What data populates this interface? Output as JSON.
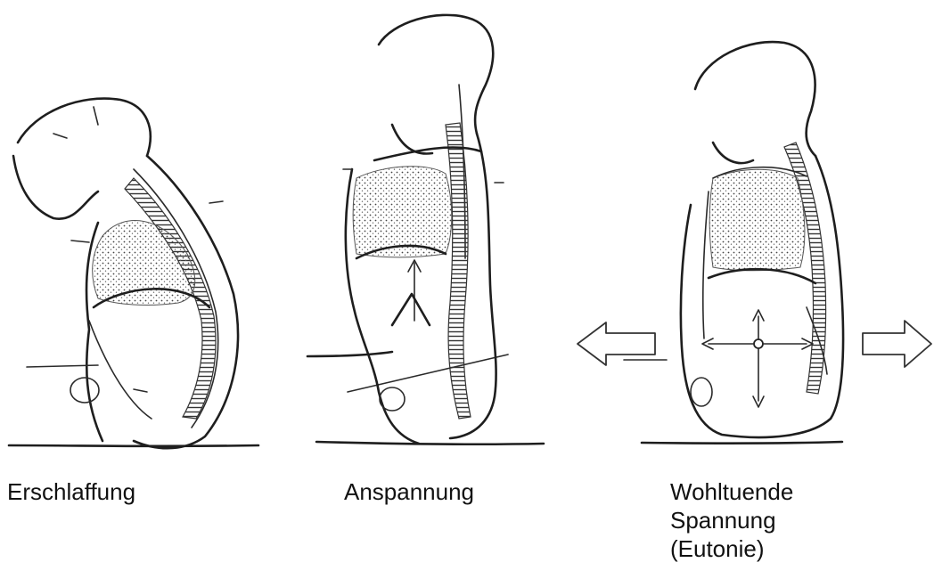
{
  "figures": [
    {
      "label": "Erschlaffung"
    },
    {
      "label": "Anspannung"
    },
    {
      "label": "Wohltuende\nSpannung\n(Eutonie)"
    }
  ],
  "icons": {
    "left_arrow": "outline-arrow-left-icon",
    "right_arrow": "outline-arrow-right-icon",
    "cross_arrows": "four-way-arrow-icon",
    "up_arrow": "up-arrow-icon"
  }
}
